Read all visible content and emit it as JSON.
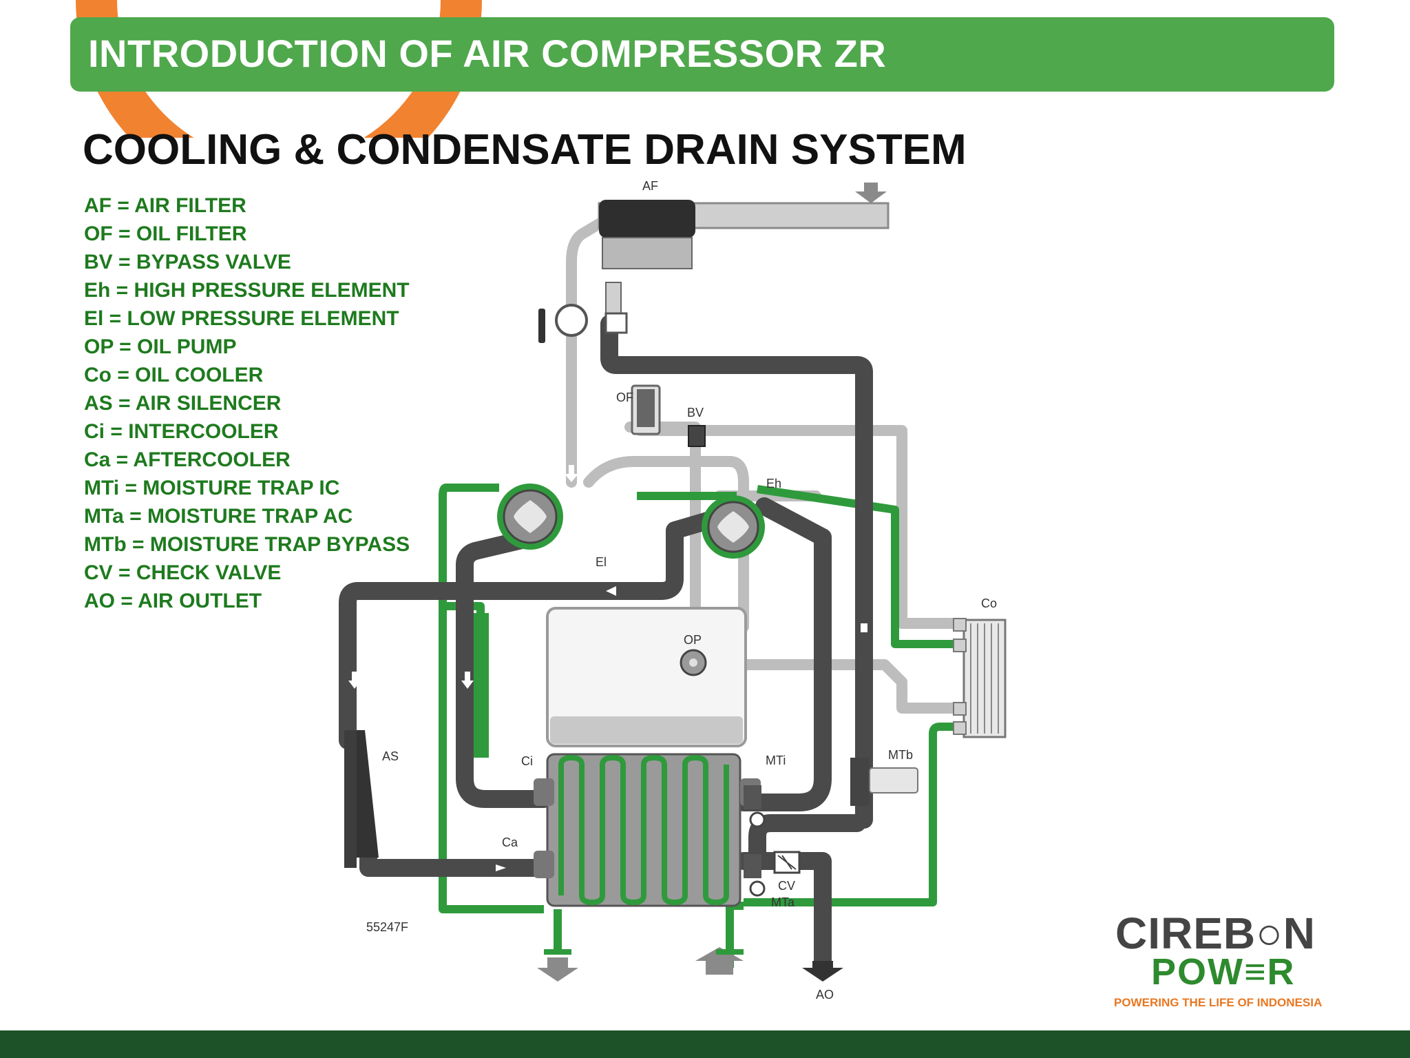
{
  "header": {
    "title": "INTRODUCTION OF AIR COMPRESSOR ZR"
  },
  "subtitle": "COOLING & CONDENSATE DRAIN SYSTEM",
  "legend": [
    "AF = AIR FILTER",
    "OF = OIL FILTER",
    "BV = BYPASS VALVE",
    "Eh = HIGH PRESSURE ELEMENT",
    "El = LOW PRESSURE ELEMENT",
    "OP = OIL PUMP",
    "Co = OIL COOLER",
    "AS = AIR SILENCER",
    "Ci = INTERCOOLER",
    "Ca = AFTERCOOLER",
    "MTi = MOISTURE TRAP IC",
    "MTa = MOISTURE TRAP AC",
    "MTb = MOISTURE TRAP BYPASS",
    "CV = CHECK VALVE",
    "AO = AIR OUTLET"
  ],
  "diagram": {
    "labels": {
      "af": "AF",
      "of": "OF",
      "bv": "BV",
      "eh": "Eh",
      "el": "El",
      "op": "OP",
      "co": "Co",
      "as": "AS",
      "ci": "Ci",
      "mti": "MTi",
      "ca": "Ca",
      "cv": "CV",
      "mta": "MTa",
      "mtb": "MTb",
      "ao": "AO",
      "ref": "55247F"
    }
  },
  "logo": {
    "line1": "CIREB○N",
    "line2": "POW≡R",
    "tagline": "POWERING THE LIFE OF INDONESIA"
  },
  "colors": {
    "header": "#4fa84c",
    "legend_text": "#1e7a1e",
    "footer": "#1d5128",
    "accent_orange": "#f07b25",
    "cooling_green": "#2f9a3c",
    "air_dark": "#4a4a4a",
    "oil_light": "#bdbdbd"
  }
}
